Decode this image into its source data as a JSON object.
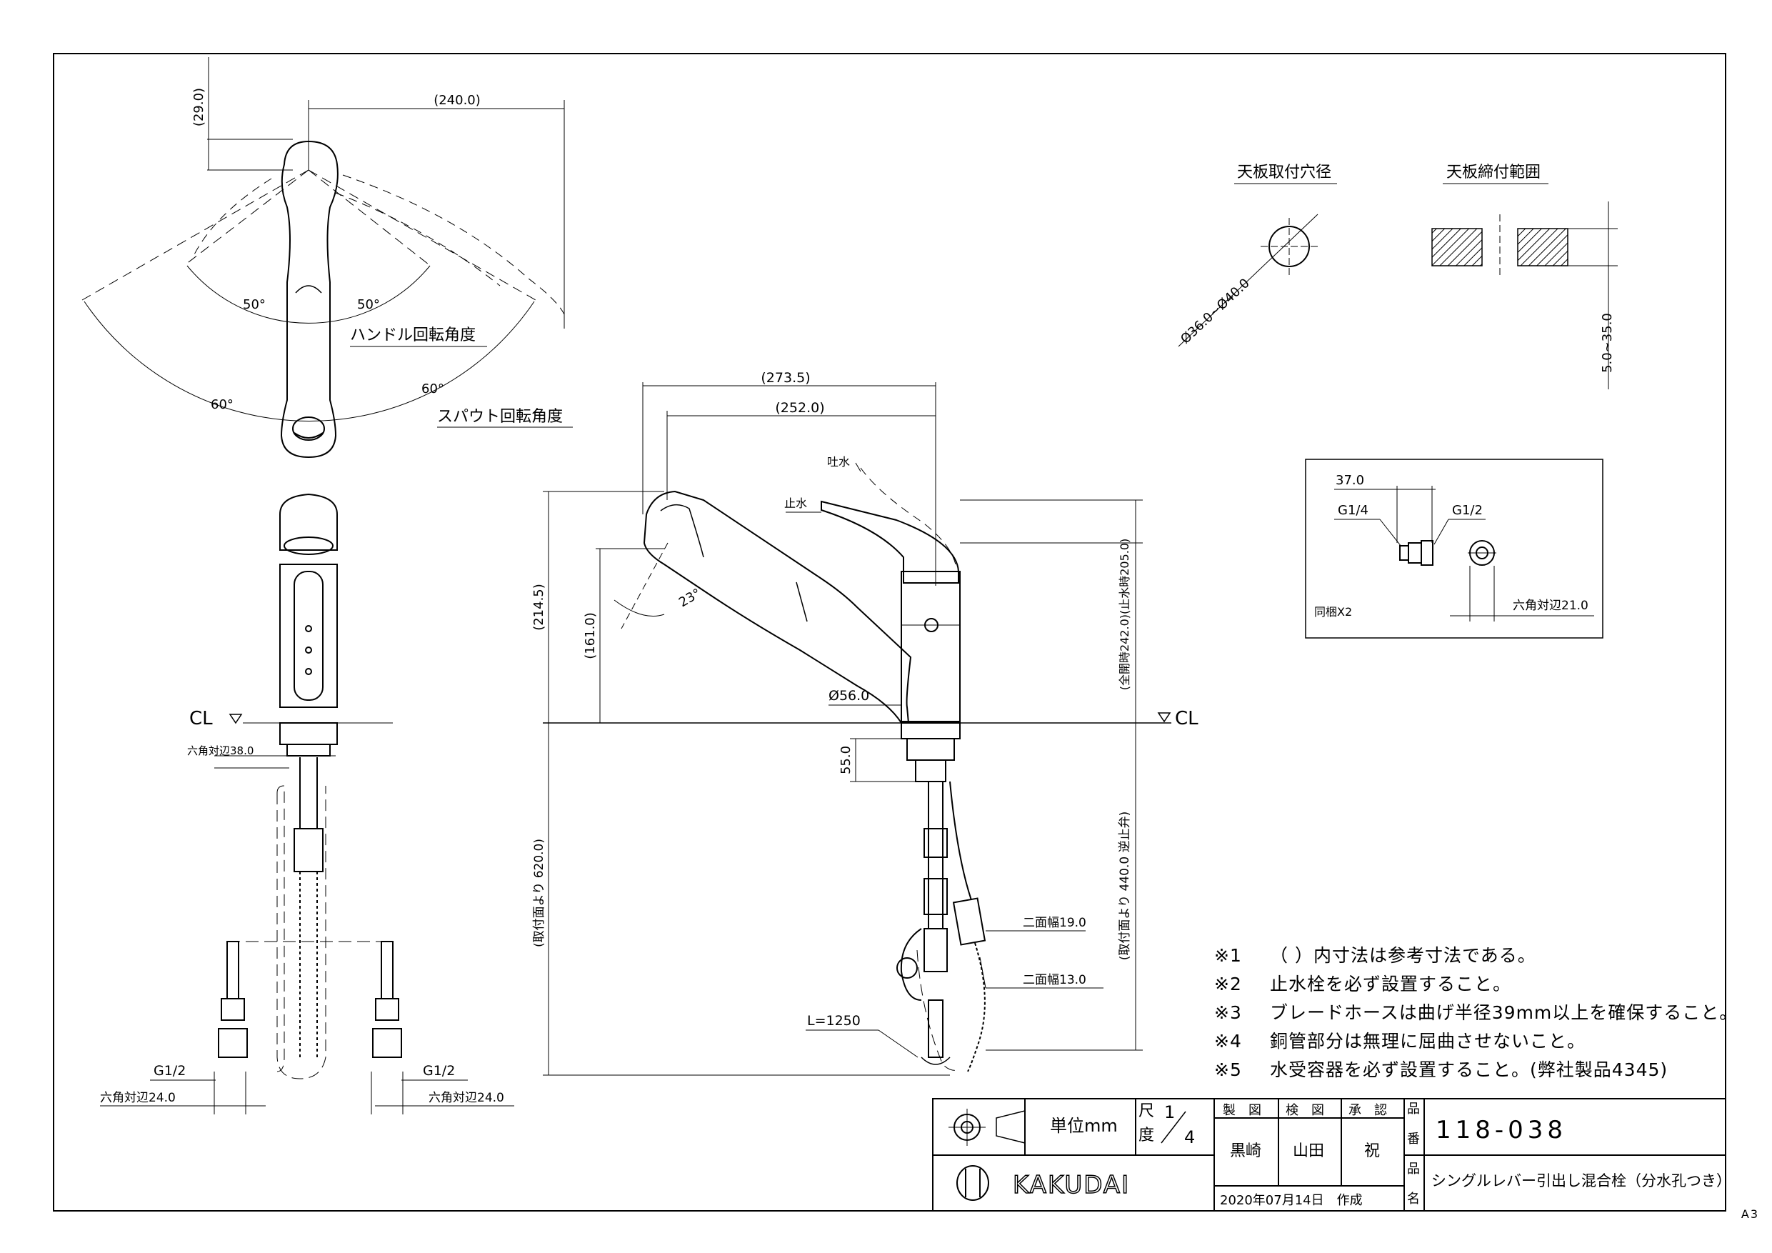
{
  "top_view": {
    "dim_offset": "(29.0)",
    "dim_width": "(240.0)",
    "angle_handle_left": "50°",
    "angle_handle_right": "50°",
    "angle_spout_left": "60°",
    "angle_spout_right": "60°",
    "handle_rotation_label": "ハンドル回転角度",
    "spout_rotation_label": "スパウト回転角度"
  },
  "front_view": {
    "cl_label": "CL",
    "hex_body": "六角対辺38.0",
    "left_g": "G1/2",
    "left_hex": "六角対辺24.0",
    "right_g": "G1/2",
    "right_hex": "六角対辺24.0"
  },
  "side_view": {
    "dim_reach_total": "(273.5)",
    "dim_reach": "(252.0)",
    "dim_height": "(214.5)",
    "dim_outlet_height": "(161.0)",
    "angle_spray": "23°",
    "label_open": "吐水",
    "label_closed": "止水",
    "dim_lever_height": "(全開時242.0)(止水時205.0)",
    "dim_diameter": "Ø56.0",
    "dim_shank": "55.0",
    "dim_left_depth": "(取付面より 620.0)",
    "dim_right_depth": "(取付面より 440.0 逆止弁)",
    "width_19": "二面幅19.0",
    "width_13": "二面幅13.0",
    "hose_length": "L=1250",
    "cl_label": "CL"
  },
  "mount_hole": {
    "title": "天板取付穴径",
    "diameter": "Ø36.0~Ø40.0"
  },
  "mount_range": {
    "title": "天板締付範囲",
    "thickness": "5.0~35.0"
  },
  "fitting_detail": {
    "dim_length": "37.0",
    "g_small": "G1/4",
    "g_large": "G1/2",
    "qty": "同梱X2",
    "hex": "六角対辺21.0"
  },
  "notes": [
    {
      "mark": "※1",
      "text": "（ ）内寸法は参考寸法である。"
    },
    {
      "mark": "※2",
      "text": "止水栓を必ず設置すること。"
    },
    {
      "mark": "※3",
      "text": "ブレードホースは曲げ半径39mm以上を確保すること。"
    },
    {
      "mark": "※4",
      "text": "銅管部分は無理に屈曲させないこと。"
    },
    {
      "mark": "※5",
      "text": "水受容器を必ず設置すること。(弊社製品4345)"
    }
  ],
  "title_block": {
    "unit_label": "単位mm",
    "scale_label": "尺度",
    "scale_value_num": "1",
    "scale_value_den": "4",
    "col_drawn": "製　図",
    "col_checked": "検　図",
    "col_approved": "承　認",
    "drawn_by": "黒崎",
    "checked_by": "山田",
    "approved_by": "祝",
    "part_no_label": "品番",
    "part_no": "118-038",
    "name_label": "品名",
    "part_name": "シングルレバー引出し混合栓（分水孔つき）",
    "date": "2020年07月14日　作成",
    "brand": "KAKUDAI"
  },
  "sheet_size": "A3",
  "colors": {
    "line": "#000000",
    "background": "#ffffff"
  }
}
